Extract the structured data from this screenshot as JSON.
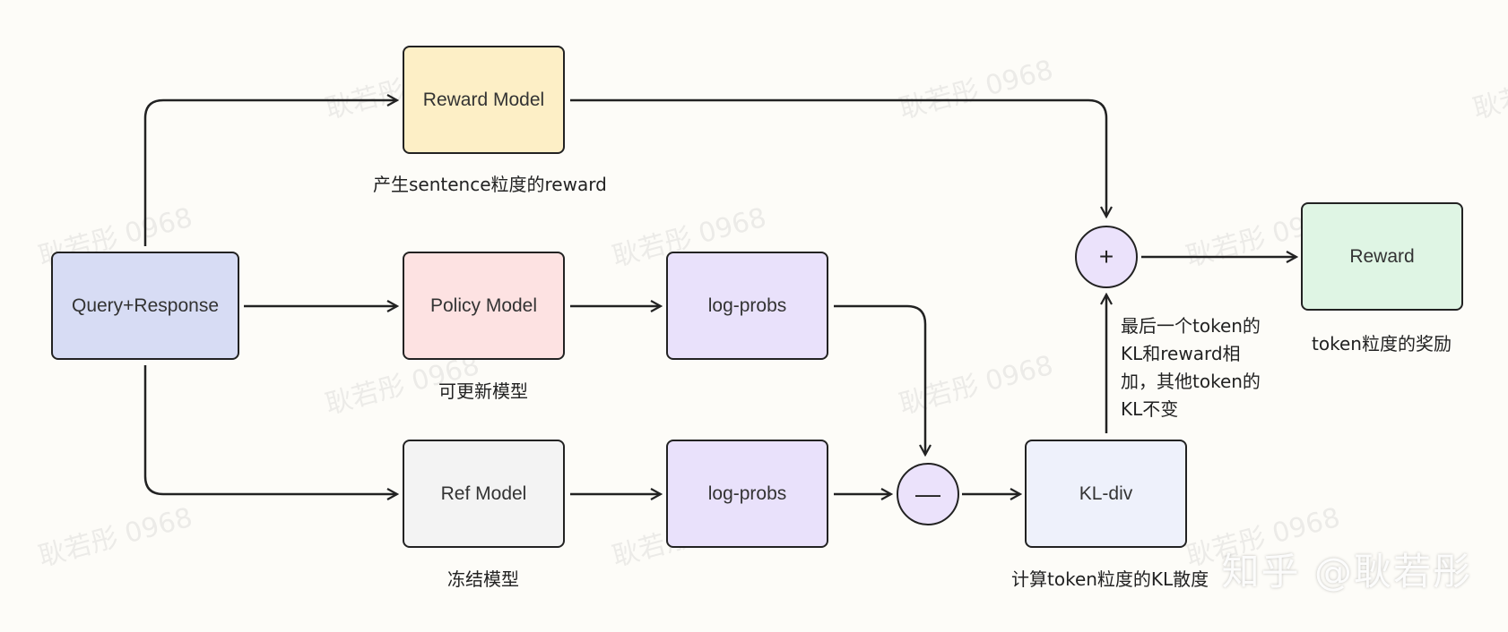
{
  "colors": {
    "reward_model": "#fdefc6",
    "query": "#d7dcf4",
    "policy": "#fde2e2",
    "ref": "#f3f3f3",
    "logprobs": "#e9e1fb",
    "kl": "#eef1fb",
    "reward": "#dff5e4",
    "circle": "#ebe2fb"
  },
  "nodes": {
    "reward_model": "Reward Model",
    "query": "Query+Response",
    "policy": "Policy Model",
    "ref": "Ref Model",
    "logprobs_policy": "log-probs",
    "logprobs_ref": "log-probs",
    "kl": "KL-div",
    "reward": "Reward",
    "plus": "+",
    "minus": "—"
  },
  "captions": {
    "reward_model": "产生sentence粒度的reward",
    "policy": "可更新模型",
    "ref": "冻结模型",
    "kl": "计算token粒度的KL散度",
    "reward": "token粒度的奖励"
  },
  "note": {
    "line1": "最后一个token的",
    "line2": "KL和reward相",
    "line3": "加，其他token的",
    "line4": "KL不变"
  },
  "watermark": "耿若彤 0968",
  "brand": "知乎 @耿若彤"
}
